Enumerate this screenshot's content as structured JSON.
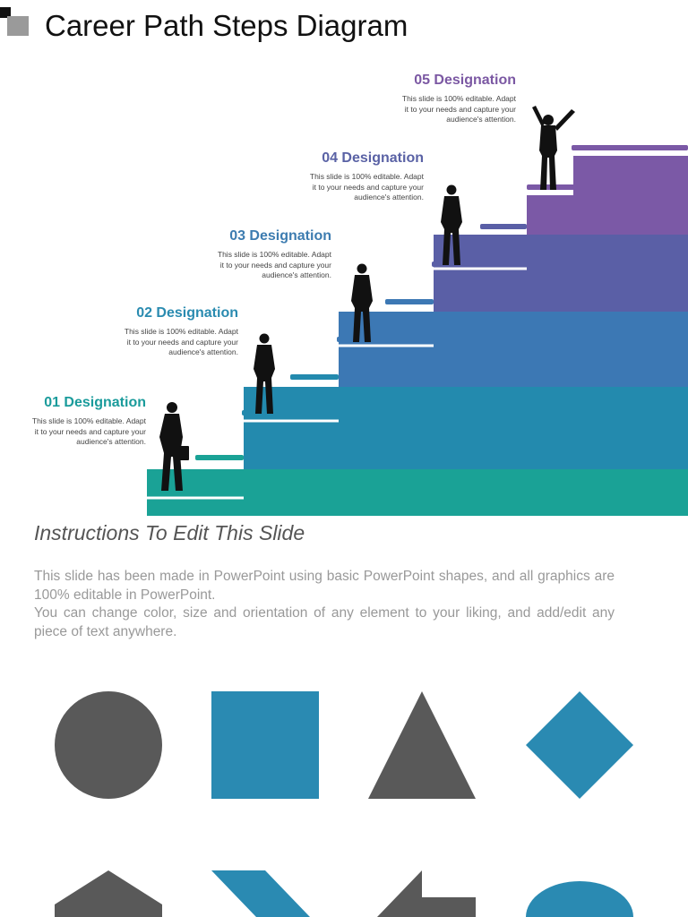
{
  "page_title": "Career Path Steps Diagram",
  "steps": [
    {
      "heading": "01 Designation",
      "desc_lines": [
        "This slide is 100% editable. Adapt",
        "it to your needs and capture your",
        "audience's attention."
      ],
      "color": "#1a9b9b"
    },
    {
      "heading": "02 Designation",
      "desc_lines": [
        "This slide is 100% editable. Adapt",
        "it to your needs and capture your",
        "audience's attention."
      ],
      "color": "#2a8bb0"
    },
    {
      "heading": "03 Designation",
      "desc_lines": [
        "This slide is 100% editable. Adapt",
        "it to your needs and capture your",
        "audience's attention."
      ],
      "color": "#3d7cb0"
    },
    {
      "heading": "04 Designation",
      "desc_lines": [
        "This slide is 100% editable. Adapt",
        "it to your needs and capture your",
        "audience's attention."
      ],
      "color": "#5a62a5"
    },
    {
      "heading": "05 Designation",
      "desc_lines": [
        "This slide is 100% editable. Adapt",
        "it to your needs and capture your",
        "audience's attention."
      ],
      "color": "#7b58a3"
    }
  ],
  "instructions": {
    "title": "Instructions To Edit This Slide",
    "line1": "This slide has been made in PowerPoint using basic PowerPoint shapes, and all graphics are 100% editable in PowerPoint.",
    "line2": "You can change color, size and orientation of any element to your liking, and add/edit any piece of text anywhere."
  },
  "palette": {
    "gray": "#595959",
    "blue": "#2a8ab2"
  }
}
